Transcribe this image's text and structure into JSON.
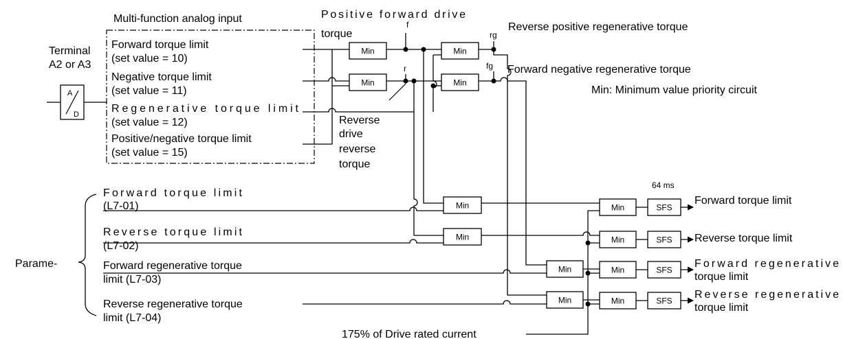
{
  "analog": {
    "title": "Multi-function analog input",
    "terminal_line1": "Terminal",
    "terminal_line2": "A2 or A3",
    "ad_a": "A",
    "ad_d": "D",
    "inputs": [
      {
        "line1": "Forward torque limit",
        "line2": "(set value = 10)"
      },
      {
        "line1": "Negative torque limit",
        "line2": "(set value = 11)"
      },
      {
        "line1": "Regenerative torque limit",
        "line2": "(set value = 12)"
      },
      {
        "line1": "Positive/negative torque limit",
        "line2": "(set value = 15)"
      }
    ]
  },
  "labels": {
    "pos_fwd_line1": "Positive forward drive",
    "pos_fwd_line2": "torque",
    "rev_drive": [
      "Reverse",
      "drive",
      "reverse",
      "torque"
    ],
    "rev_pos_regen": "Reverse positive regenerative torque",
    "fwd_neg_regen": "Forward negative regenerative torque",
    "min_note": "Min: Minimum value priority circuit",
    "node_f": "f",
    "node_r": "r",
    "node_rg": "rg",
    "node_fg": "fg",
    "sfs_time": "64 ms",
    "rated_current": "175% of Drive rated current",
    "parame": "Parame-"
  },
  "params": [
    {
      "line1": "Forward torque limit",
      "line2": "(L7-01)"
    },
    {
      "line1": "Reverse torque limit",
      "line2": "(L7-02)"
    },
    {
      "line1": "Forward regenerative torque",
      "line2": "limit (L7-03)"
    },
    {
      "line1": "Reverse regenerative torque",
      "line2": "limit (L7-04)"
    }
  ],
  "blocks": {
    "min": "Min",
    "sfs": "SFS"
  },
  "outputs": [
    {
      "line1": "Forward torque limit",
      "line2": ""
    },
    {
      "line1": "Reverse torque limit",
      "line2": ""
    },
    {
      "line1": "Forward regenerative",
      "line2": "torque limit"
    },
    {
      "line1": "Reverse regenerative",
      "line2": "torque limit"
    }
  ]
}
